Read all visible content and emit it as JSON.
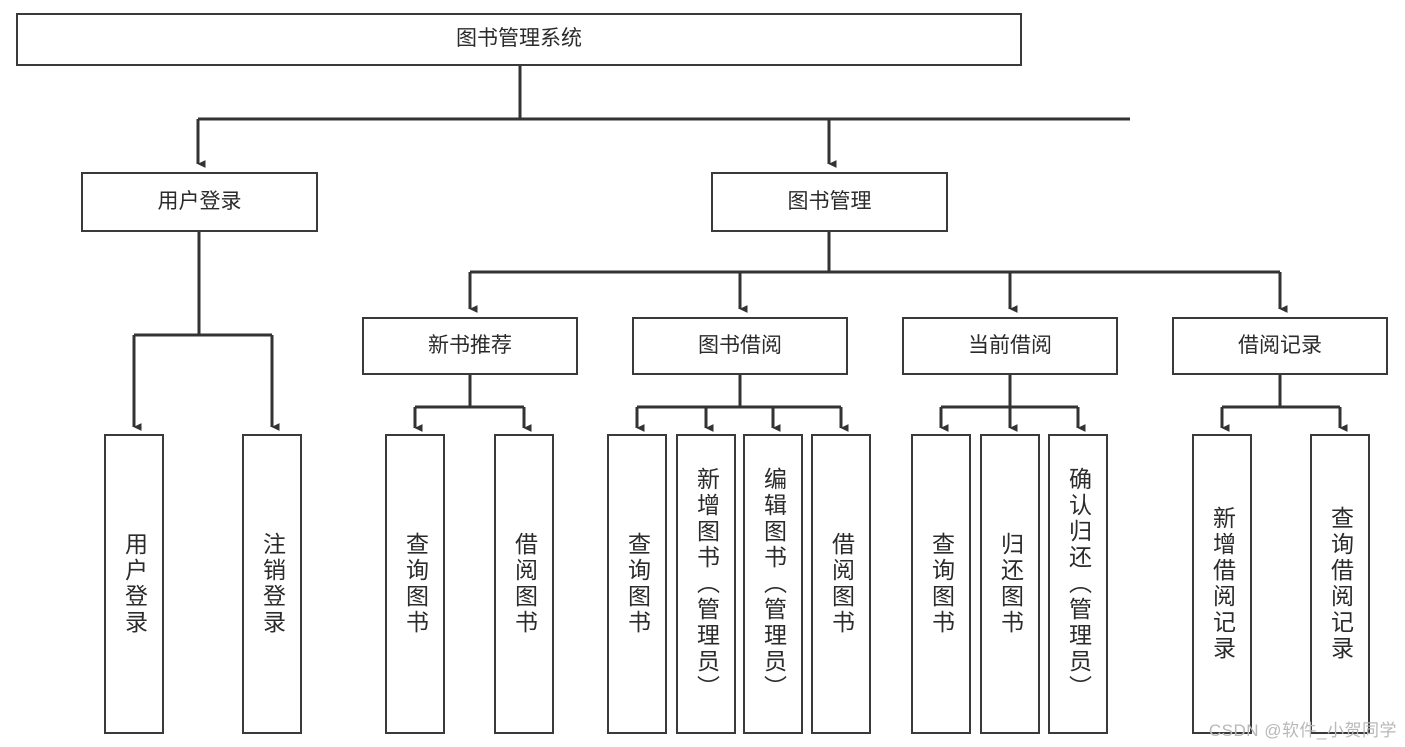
{
  "diagram": {
    "title": "图书管理系统",
    "type": "tree-hierarchy",
    "root": {
      "id": "root",
      "label": "图书管理系统",
      "orientation": "horizontal"
    },
    "level2": [
      {
        "id": "user-login",
        "label": "用户登录",
        "orientation": "horizontal"
      },
      {
        "id": "book-management",
        "label": "图书管理",
        "orientation": "horizontal"
      }
    ],
    "level3": [
      {
        "id": "new-book-recommend",
        "label": "新书推荐",
        "orientation": "horizontal",
        "parent": "book-management"
      },
      {
        "id": "book-borrow",
        "label": "图书借阅",
        "orientation": "horizontal",
        "parent": "book-management"
      },
      {
        "id": "current-borrow",
        "label": "当前借阅",
        "orientation": "horizontal",
        "parent": "book-management"
      },
      {
        "id": "borrow-record",
        "label": "借阅记录",
        "orientation": "horizontal",
        "parent": "book-management"
      }
    ],
    "leaves": [
      {
        "id": "leaf-user-login",
        "label": "用户登录",
        "parent": "user-login"
      },
      {
        "id": "leaf-logout",
        "label": "注销登录",
        "parent": "user-login"
      },
      {
        "id": "leaf-query-book-1",
        "label": "查询图书",
        "parent": "new-book-recommend"
      },
      {
        "id": "leaf-borrow-book-1",
        "label": "借阅图书",
        "parent": "new-book-recommend"
      },
      {
        "id": "leaf-query-book-2",
        "label": "查询图书",
        "parent": "book-borrow"
      },
      {
        "id": "leaf-add-book",
        "label": "新增图书（管理员）",
        "parent": "book-borrow"
      },
      {
        "id": "leaf-edit-book",
        "label": "编辑图书（管理员）",
        "parent": "book-borrow"
      },
      {
        "id": "leaf-borrow-book-2",
        "label": "借阅图书",
        "parent": "book-borrow"
      },
      {
        "id": "leaf-query-book-3",
        "label": "查询图书",
        "parent": "current-borrow"
      },
      {
        "id": "leaf-return-book",
        "label": "归还图书",
        "parent": "current-borrow"
      },
      {
        "id": "leaf-confirm-return",
        "label": "确认归还（管理员）",
        "parent": "current-borrow"
      },
      {
        "id": "leaf-add-record",
        "label": "新增借阅记录",
        "parent": "borrow-record"
      },
      {
        "id": "leaf-query-record",
        "label": "查询借阅记录",
        "parent": "borrow-record"
      }
    ],
    "colors": {
      "border": "#3a3a3a",
      "text": "#2b2b2b",
      "background": "#ffffff",
      "connector": "#333333",
      "watermark": "#b8b8b8"
    }
  },
  "watermark": {
    "text": "CSDN @软件_小贺同学"
  }
}
